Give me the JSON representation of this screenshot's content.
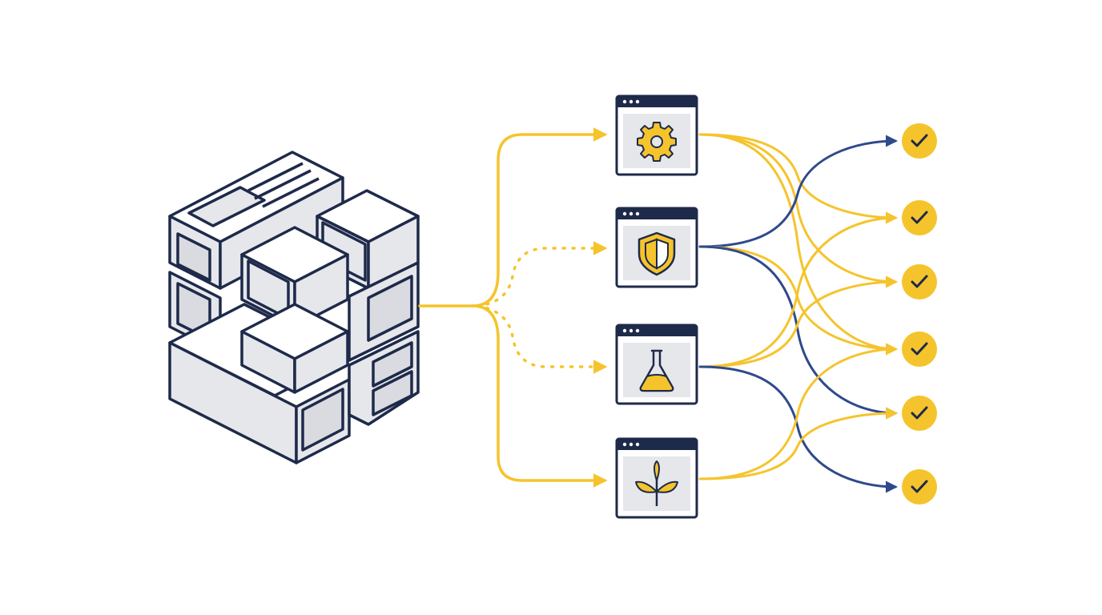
{
  "colors": {
    "navy": "#1e2a4a",
    "block_fill": "#e6e7eb",
    "accent_yellow": "#f5c42c",
    "link_blue": "#2f4a8c",
    "background": "#ffffff"
  },
  "source": {
    "icon": "isometric-block-stack-icon"
  },
  "branches": [
    {
      "style": "solid"
    },
    {
      "style": "dotted"
    },
    {
      "style": "dotted"
    },
    {
      "style": "solid"
    }
  ],
  "modules": [
    {
      "icon": "gear-icon"
    },
    {
      "icon": "shield-icon"
    },
    {
      "icon": "flask-icon"
    },
    {
      "icon": "sprout-icon"
    }
  ],
  "checks": [
    {
      "icon": "checkmark-icon"
    },
    {
      "icon": "checkmark-icon"
    },
    {
      "icon": "checkmark-icon"
    },
    {
      "icon": "checkmark-icon"
    },
    {
      "icon": "checkmark-icon"
    },
    {
      "icon": "checkmark-icon"
    }
  ],
  "links": [
    {
      "from": 0,
      "to": 1,
      "color": "yellow"
    },
    {
      "from": 0,
      "to": 3,
      "color": "yellow"
    },
    {
      "from": 0,
      "to": 2,
      "color": "yellow"
    },
    {
      "from": 1,
      "to": 0,
      "color": "blue"
    },
    {
      "from": 1,
      "to": 3,
      "color": "yellow"
    },
    {
      "from": 1,
      "to": 4,
      "color": "blue"
    },
    {
      "from": 2,
      "to": 2,
      "color": "yellow"
    },
    {
      "from": 2,
      "to": 1,
      "color": "yellow"
    },
    {
      "from": 2,
      "to": 5,
      "color": "blue"
    },
    {
      "from": 3,
      "to": 3,
      "color": "yellow"
    },
    {
      "from": 3,
      "to": 4,
      "color": "yellow"
    }
  ]
}
